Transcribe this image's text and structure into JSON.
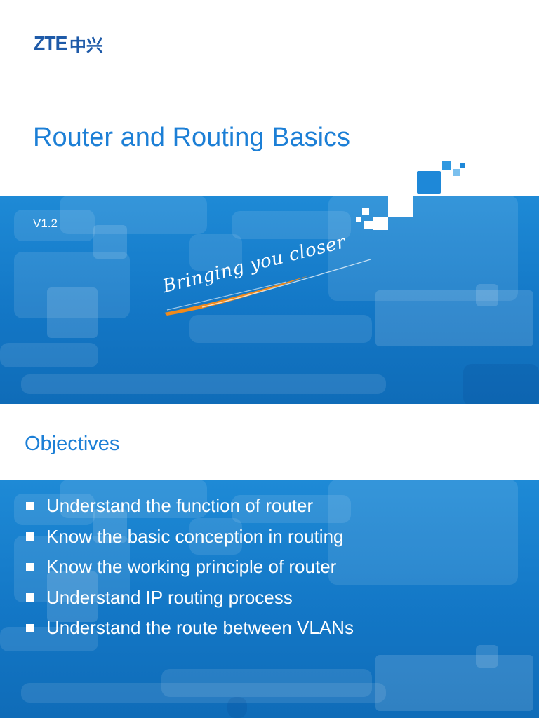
{
  "slide1": {
    "logo": {
      "latin": "ZTE",
      "cjk": "中兴"
    },
    "title": "Router and Routing Basics",
    "version": "V1.2",
    "slogan": "Bringing you closer",
    "colors": {
      "title": "#1c7fd6",
      "band": "#1377c6",
      "logo": "#1e5aa8",
      "slogan_stroke": "#f08a1c"
    }
  },
  "slide2": {
    "title": "Objectives",
    "objectives": [
      "Understand the function of router",
      "Know the basic conception in routing",
      "Know the working principle of router",
      "Understand IP routing process",
      "Understand the route between VLANs"
    ]
  }
}
